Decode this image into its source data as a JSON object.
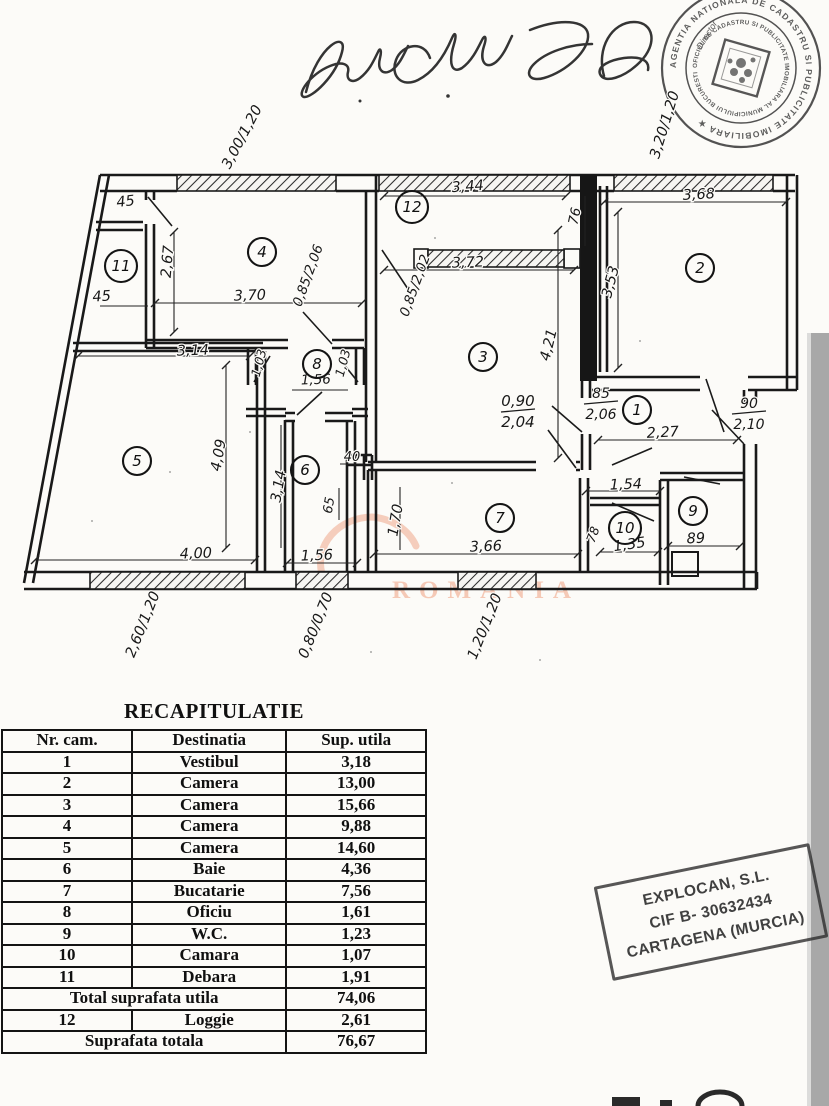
{
  "page": {
    "ink_color": "#191919",
    "scan_shadow_color": "#a8a8a8",
    "watermark_color": "#eea080"
  },
  "round_stamp": {
    "outer_text": "AGENTIA NATIONALA DE CADASTRU SI PUBLICITATE IMOBILIARA ★",
    "inner_text": "OFICIUL DE CADASTRU SI PUBLICITATE IMOBILIARA AL MUNICIPIULUI BUCURESTI",
    "center_text": "Director"
  },
  "watermark": {
    "text": "ROMANIA"
  },
  "floorplan": {
    "rooms": [
      "1",
      "2",
      "3",
      "4",
      "5",
      "6",
      "7",
      "8",
      "9",
      "10",
      "11",
      "12"
    ],
    "dim_plain": [
      {
        "id": "p45a",
        "text": "45"
      },
      {
        "id": "p45b",
        "text": "45"
      },
      {
        "id": "p267",
        "text": "2,67"
      },
      {
        "id": "p370",
        "text": "3,70"
      },
      {
        "id": "p344",
        "text": "3,44"
      },
      {
        "id": "p76",
        "text": "76"
      },
      {
        "id": "p372",
        "text": "3,72"
      },
      {
        "id": "p368",
        "text": "3,68"
      },
      {
        "id": "p353",
        "text": "3,53"
      },
      {
        "id": "p421",
        "text": "4,21"
      },
      {
        "id": "p227",
        "text": "2,27"
      },
      {
        "id": "p154",
        "text": "1,54"
      },
      {
        "id": "p314a",
        "text": "3,14"
      },
      {
        "id": "p409",
        "text": "4,09"
      },
      {
        "id": "p400",
        "text": "4,00"
      },
      {
        "id": "p314b",
        "text": "3,14"
      },
      {
        "id": "p40",
        "text": "40"
      },
      {
        "id": "p65",
        "text": "65"
      },
      {
        "id": "p156a",
        "text": "1,56"
      },
      {
        "id": "p156b",
        "text": "1,56"
      },
      {
        "id": "p170",
        "text": "1,70"
      },
      {
        "id": "p366",
        "text": "3,66"
      },
      {
        "id": "p103a",
        "text": "1,03"
      },
      {
        "id": "p103b",
        "text": "1,03"
      },
      {
        "id": "p135",
        "text": "1,35"
      },
      {
        "id": "p78",
        "text": "78"
      },
      {
        "id": "p89",
        "text": "89"
      }
    ],
    "dim_slash": [
      {
        "id": "w1",
        "num": "3,00",
        "den": "1,20"
      },
      {
        "id": "w2",
        "num": "3,20",
        "den": "1,20"
      },
      {
        "id": "w3",
        "num": "2,60",
        "den": "1,20"
      },
      {
        "id": "w4",
        "num": "0,80",
        "den": "0,70"
      },
      {
        "id": "w5",
        "num": "1,20",
        "den": "1,20"
      },
      {
        "id": "d485",
        "num": "0,85",
        "den": "2,06"
      },
      {
        "id": "d385",
        "num": "0,85",
        "den": "2,02"
      }
    ],
    "dim_stacked": [
      {
        "id": "f090",
        "num": "0,90",
        "den": "2,04"
      },
      {
        "id": "f85",
        "num": "85",
        "den": "2,06"
      },
      {
        "id": "f90",
        "num": "90",
        "den": "2,10"
      }
    ]
  },
  "table": {
    "title": "RECAPITULATIE",
    "columns": [
      "Nr. cam.",
      "Destinatia",
      "Sup. utila"
    ],
    "rows": [
      [
        "1",
        "Vestibul",
        "3,18"
      ],
      [
        "2",
        "Camera",
        "13,00"
      ],
      [
        "3",
        "Camera",
        "15,66"
      ],
      [
        "4",
        "Camera",
        "9,88"
      ],
      [
        "5",
        "Camera",
        "14,60"
      ],
      [
        "6",
        "Baie",
        "4,36"
      ],
      [
        "7",
        "Bucatarie",
        "7,56"
      ],
      [
        "8",
        "Oficiu",
        "1,61"
      ],
      [
        "9",
        "W.C.",
        "1,23"
      ],
      [
        "10",
        "Camara",
        "1,07"
      ],
      [
        "11",
        "Debara",
        "1,91"
      ]
    ],
    "total_utila_label": "Total suprafata utila",
    "total_utila_value": "74,06",
    "row12": [
      "12",
      "Loggie",
      "2,61"
    ],
    "total_label": "Suprafata totala",
    "total_value": "76,67"
  },
  "company_stamp": {
    "lines": [
      "EXPLOCAN, S.L.",
      "CIF B- 30632434",
      "CARTAGENA (MURCIA)"
    ]
  }
}
